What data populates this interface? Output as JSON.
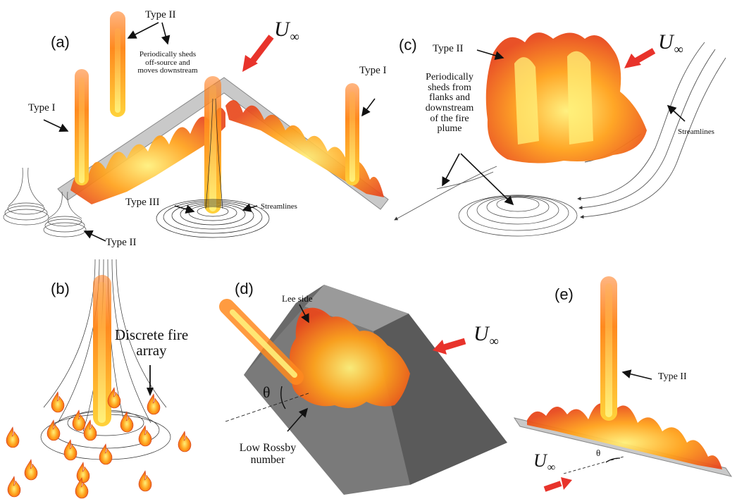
{
  "figure": {
    "panels": [
      "(a)",
      "(b)",
      "(c)",
      "(d)",
      "(e)"
    ],
    "wind_symbol": {
      "letter": "U",
      "subscript": "∞"
    },
    "colors": {
      "arrow": "#e8332b",
      "ramp_top": "#9a9a9a",
      "ramp_front": "#6e6e6e",
      "ramp_side": "#5a5a5a",
      "strip": "#c9c9c9",
      "flame_core": "#fff07a",
      "flame_mid": "#ffa11a",
      "flame_outer": "#e8481c"
    },
    "icons": [
      "wind-arrow-icon",
      "flame-icon",
      "streamline-icon",
      "pointer-arrow-icon"
    ]
  },
  "panel_a": {
    "type2_top": "Type II",
    "shed_note": [
      "Periodically sheds",
      "off-source and",
      "moves downstream"
    ],
    "type1_left": "Type I",
    "type1_right": "Type I",
    "type3": "Type III",
    "streamlines": "Streamlines",
    "type2_bottom": "Type II"
  },
  "panel_b": {
    "discrete": [
      "Discrete fire",
      "array"
    ]
  },
  "panel_c": {
    "type2": "Type II",
    "shed_note": [
      "Periodically",
      "sheds from",
      "flanks and",
      "downstream",
      "of the fire",
      "plume"
    ],
    "streamlines": "Streamlines"
  },
  "panel_d": {
    "lee": "Lee side",
    "theta": "θ",
    "rossby": [
      "Low Rossby",
      "number"
    ]
  },
  "panel_e": {
    "type2": "Type II",
    "theta": "θ"
  }
}
